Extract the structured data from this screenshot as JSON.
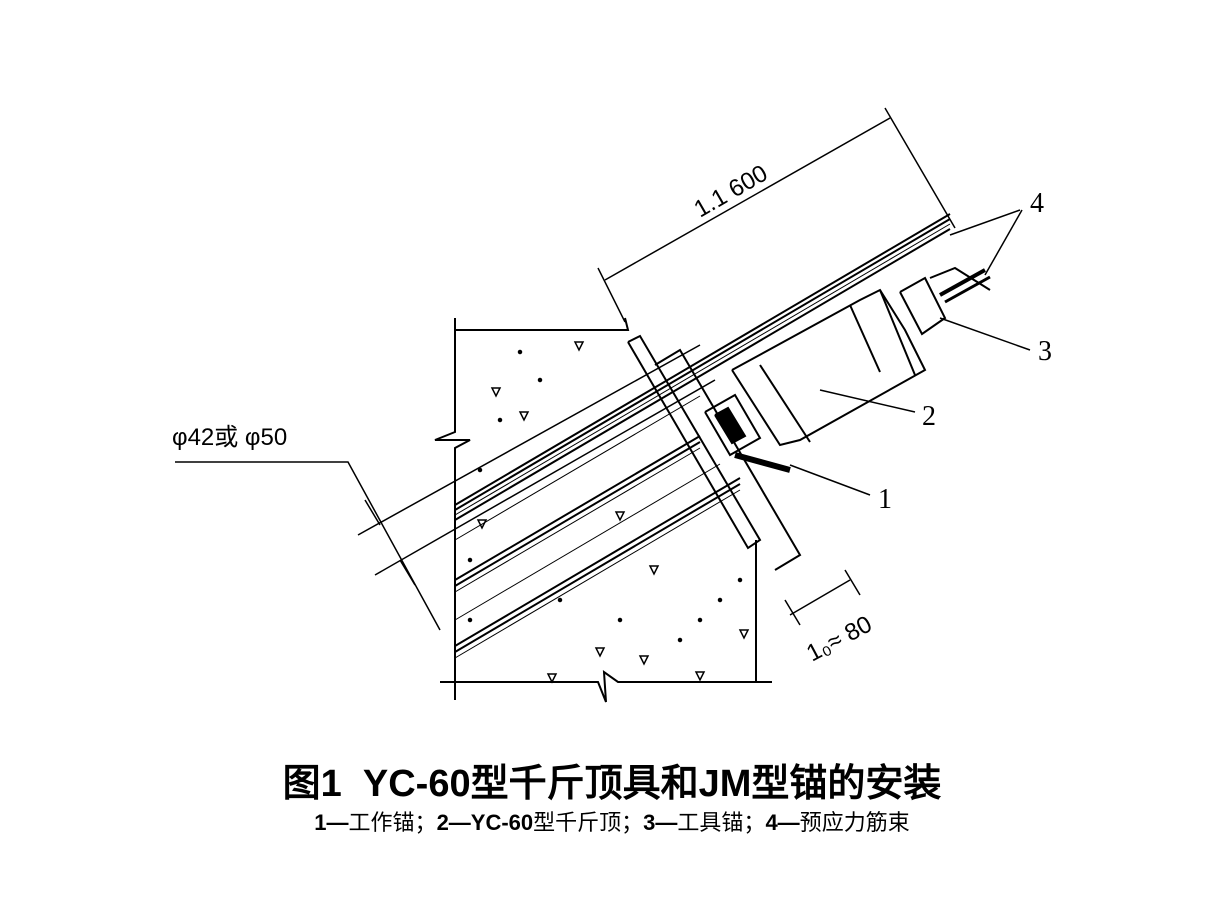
{
  "diagram": {
    "dimension_length": "1.1 600",
    "dimension_bar": "φ42或 φ50",
    "dimension_protrusion": "1₀≈ 80",
    "labels": [
      "1",
      "2",
      "3",
      "4"
    ]
  },
  "caption": {
    "figure_no": "图1",
    "title": "YC-60型千斤顶具和JM型锚的安装",
    "legend": [
      {
        "num": "1—",
        "text": "工作锚；"
      },
      {
        "num": "2—YC-60",
        "text": "型千斤顶；"
      },
      {
        "num": "3—",
        "text": "工具锚；"
      },
      {
        "num": "4—",
        "text": "预应力筋束"
      }
    ]
  }
}
